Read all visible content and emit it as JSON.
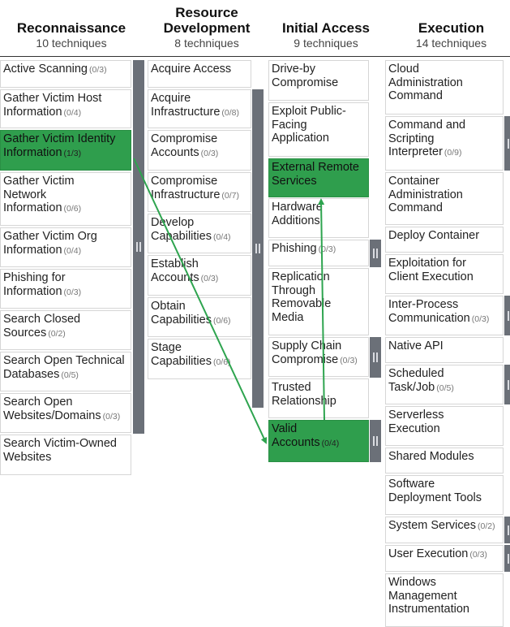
{
  "accent_color": "#2f9e4d",
  "arrow_color": "#2ea44f",
  "handle_color": "#6b7078",
  "tactics": [
    {
      "name": "Reconnaissance",
      "count": "10 techniques",
      "techniques": [
        {
          "lines": [
            "Active Scanning"
          ],
          "count": "(0/3)"
        },
        {
          "lines": [
            "Gather Victim Host",
            "Information"
          ],
          "count": "(0/4)"
        },
        {
          "lines": [
            "Gather Victim Identity",
            "Information"
          ],
          "count": "(1/3)",
          "selected": true
        },
        {
          "lines": [
            "Gather Victim",
            "Network",
            "Information"
          ],
          "count": "(0/6)"
        },
        {
          "lines": [
            "Gather Victim Org",
            "Information"
          ],
          "count": "(0/4)"
        },
        {
          "lines": [
            "Phishing for",
            "Information"
          ],
          "count": "(0/3)"
        },
        {
          "lines": [
            "Search Closed",
            "Sources"
          ],
          "count": "(0/2)"
        },
        {
          "lines": [
            "Search Open Technical",
            "Databases"
          ],
          "count": "(0/5)"
        },
        {
          "lines": [
            "Search Open",
            "Websites/Domains"
          ],
          "count": "(0/3)"
        },
        {
          "lines": [
            "Search Victim-Owned",
            "Websites"
          ],
          "count": ""
        }
      ]
    },
    {
      "name": "Resource Development",
      "count": "8 techniques",
      "techniques": [
        {
          "lines": [
            "Acquire Access"
          ],
          "count": ""
        },
        {
          "lines": [
            "Acquire",
            "Infrastructure"
          ],
          "count": "(0/8)"
        },
        {
          "lines": [
            "Compromise",
            "Accounts"
          ],
          "count": "(0/3)"
        },
        {
          "lines": [
            "Compromise",
            "Infrastructure"
          ],
          "count": "(0/7)"
        },
        {
          "lines": [
            "Develop",
            "Capabilities"
          ],
          "count": "(0/4)"
        },
        {
          "lines": [
            "Establish",
            "Accounts"
          ],
          "count": "(0/3)"
        },
        {
          "lines": [
            "Obtain",
            "Capabilities"
          ],
          "count": "(0/6)"
        },
        {
          "lines": [
            "Stage",
            "Capabilities"
          ],
          "count": "(0/6)"
        }
      ]
    },
    {
      "name": "Initial Access",
      "count": "9 techniques",
      "techniques": [
        {
          "lines": [
            "Drive-by",
            "Compromise"
          ],
          "count": ""
        },
        {
          "lines": [
            "Exploit Public-",
            "Facing",
            "Application"
          ],
          "count": ""
        },
        {
          "lines": [
            "External Remote",
            "Services"
          ],
          "count": "",
          "selected": true
        },
        {
          "lines": [
            "Hardware",
            "Additions"
          ],
          "count": ""
        },
        {
          "lines": [
            "Phishing"
          ],
          "count": "(0/3)"
        },
        {
          "lines": [
            "Replication",
            "Through",
            "Removable",
            "Media"
          ],
          "count": ""
        },
        {
          "lines": [
            "Supply Chain",
            "Compromise"
          ],
          "count": "(0/3)"
        },
        {
          "lines": [
            "Trusted",
            "Relationship"
          ],
          "count": ""
        },
        {
          "lines": [
            "Valid",
            "Accounts"
          ],
          "count": "(0/4)",
          "selected": true
        }
      ]
    },
    {
      "name": "Execution",
      "count": "14 techniques",
      "techniques": [
        {
          "lines": [
            "Cloud",
            "Administration",
            "Command"
          ],
          "count": ""
        },
        {
          "lines": [
            "Command and",
            "Scripting",
            "Interpreter"
          ],
          "count": "(0/9)"
        },
        {
          "lines": [
            "Container",
            "Administration",
            "Command"
          ],
          "count": ""
        },
        {
          "lines": [
            "Deploy Container"
          ],
          "count": ""
        },
        {
          "lines": [
            "Exploitation for",
            "Client Execution"
          ],
          "count": ""
        },
        {
          "lines": [
            "Inter-Process",
            "Communication"
          ],
          "count": "(0/3)"
        },
        {
          "lines": [
            "Native API"
          ],
          "count": ""
        },
        {
          "lines": [
            "Scheduled",
            "Task/Job"
          ],
          "count": "(0/5)"
        },
        {
          "lines": [
            "Serverless",
            "Execution"
          ],
          "count": ""
        },
        {
          "lines": [
            "Shared Modules"
          ],
          "count": ""
        },
        {
          "lines": [
            "Software",
            "Deployment Tools"
          ],
          "count": ""
        },
        {
          "lines": [
            "System Services"
          ],
          "count": "(0/2)"
        },
        {
          "lines": [
            "User Execution"
          ],
          "count": "(0/3)"
        },
        {
          "lines": [
            "Windows",
            "Management",
            "Instrumentation"
          ],
          "count": ""
        }
      ]
    }
  ]
}
